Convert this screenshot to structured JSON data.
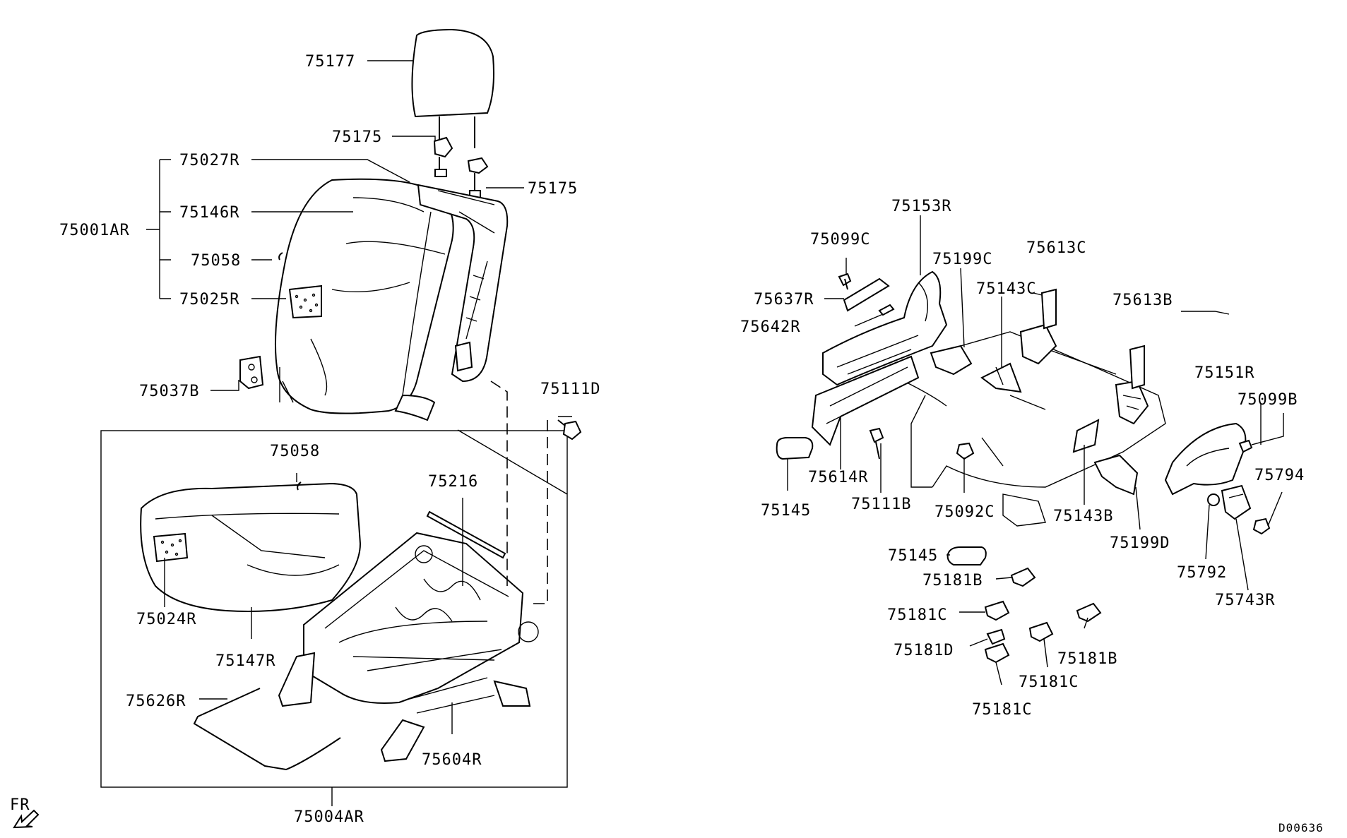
{
  "diagram": {
    "labels": {
      "p75177": "75177",
      "p75175_a": "75175",
      "p75175_b": "75175",
      "p75027R": "75027R",
      "p75146R": "75146R",
      "p75001AR": "75001AR",
      "p75058_a": "75058",
      "p75025R": "75025R",
      "p75037B": "75037B",
      "p75111D": "75111D",
      "p75058_b": "75058",
      "p75216": "75216",
      "p75024R": "75024R",
      "p75147R": "75147R",
      "p75626R": "75626R",
      "p75604R": "75604R",
      "p75004AR": "75004AR",
      "p75153R": "75153R",
      "p75099C": "75099C",
      "p75199C": "75199C",
      "p75613C": "75613C",
      "p75637R": "75637R",
      "p75143C": "75143C",
      "p75613B": "75613B",
      "p75642R": "75642R",
      "p75151R": "75151R",
      "p75099B": "75099B",
      "p75614R": "75614R",
      "p75794": "75794",
      "p75145_a": "75145",
      "p75111B": "75111B",
      "p75092C": "75092C",
      "p75143B": "75143B",
      "p75199D": "75199D",
      "p75145_b": "75145",
      "p75181B_a": "75181B",
      "p75792": "75792",
      "p75743R": "75743R",
      "p75181C_a": "75181C",
      "p75181D": "75181D",
      "p75181B_b": "75181B",
      "p75181C_b": "75181C",
      "p75181C_c": "75181C",
      "fr": "FR",
      "drawing_code": "D00636"
    }
  }
}
